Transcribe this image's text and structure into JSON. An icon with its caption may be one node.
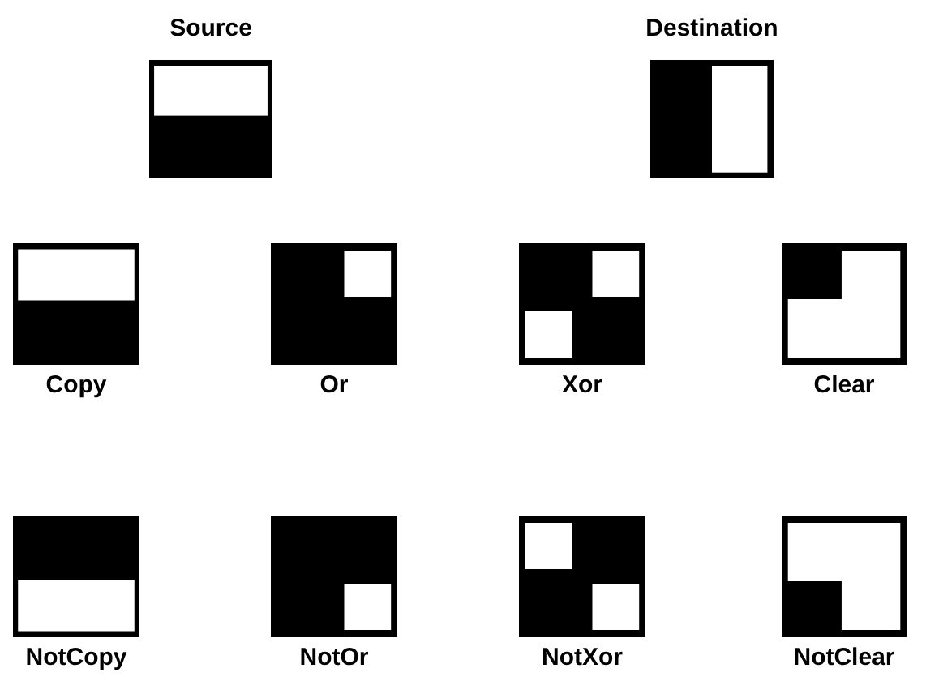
{
  "diagram": {
    "nodes": [
      {
        "text": [
          "Source"
        ]
      },
      {
        "text": [
          "Destination"
        ]
      },
      {
        "text": [
          "Copy"
        ]
      },
      {
        "text": [
          "Or"
        ]
      },
      {
        "text": [
          "Xor"
        ]
      },
      {
        "text": [
          "Clear"
        ]
      },
      {
        "text": [
          "NotCopy"
        ]
      },
      {
        "text": [
          "NotOr"
        ]
      },
      {
        "text": [
          "NotXor"
        ]
      },
      {
        "text": [
          "NotClear"
        ]
      }
    ]
  }
}
